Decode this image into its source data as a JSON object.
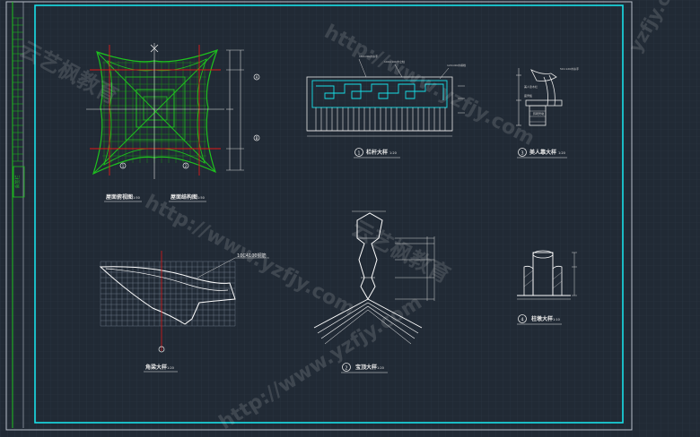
{
  "colors": {
    "background": "#212a35",
    "grid": "#2c3644",
    "frame": "#18e0e8",
    "drawing": "#e8e8e8",
    "red": "#e01818",
    "green": "#1ec21e",
    "dimension": "#d0d0d0",
    "highlight": "#ffffff"
  },
  "title_block": {
    "label": "会签栏"
  },
  "sheet": {
    "roof_plan_label": "屋面俯视图",
    "roof_plan_scale": "1:50",
    "roof_frame_label": "屋面结构图",
    "roof_frame_scale": "1:50",
    "railing_label": "栏杆大样",
    "railing_scale": "1:20",
    "bench_label": "美人靠大样",
    "bench_scale": "1:20",
    "corner_label": "角梁大样",
    "corner_scale": "1:20",
    "finial_label": "宝顶大样",
    "finial_scale": "1:20",
    "column_label": "柱墩大样",
    "column_scale": "1:10",
    "note_steel": "10C4100钢筋",
    "railing_note_1": "160×60木扶手",
    "railing_note_2": "100×100木立柱",
    "railing_note_3": "120×60木横档",
    "bench_note_1": "50×120木扶手",
    "bench_note_2": "美人靠木栏",
    "bench_note_3": "座凳板",
    "bench_note_4": "砖砌凳墩",
    "callout_1": "1",
    "callout_2": "2",
    "callout_3": "3",
    "callout_4": "4",
    "callout_a": "A",
    "callout_b": "B"
  },
  "watermarks": [
    "http://www.yzfjy.com",
    "云艺枫教育",
    "http://www.yzfjy.com",
    "云艺枫教育",
    "http://www.yzfjy.com",
    "yzfjy.com"
  ]
}
